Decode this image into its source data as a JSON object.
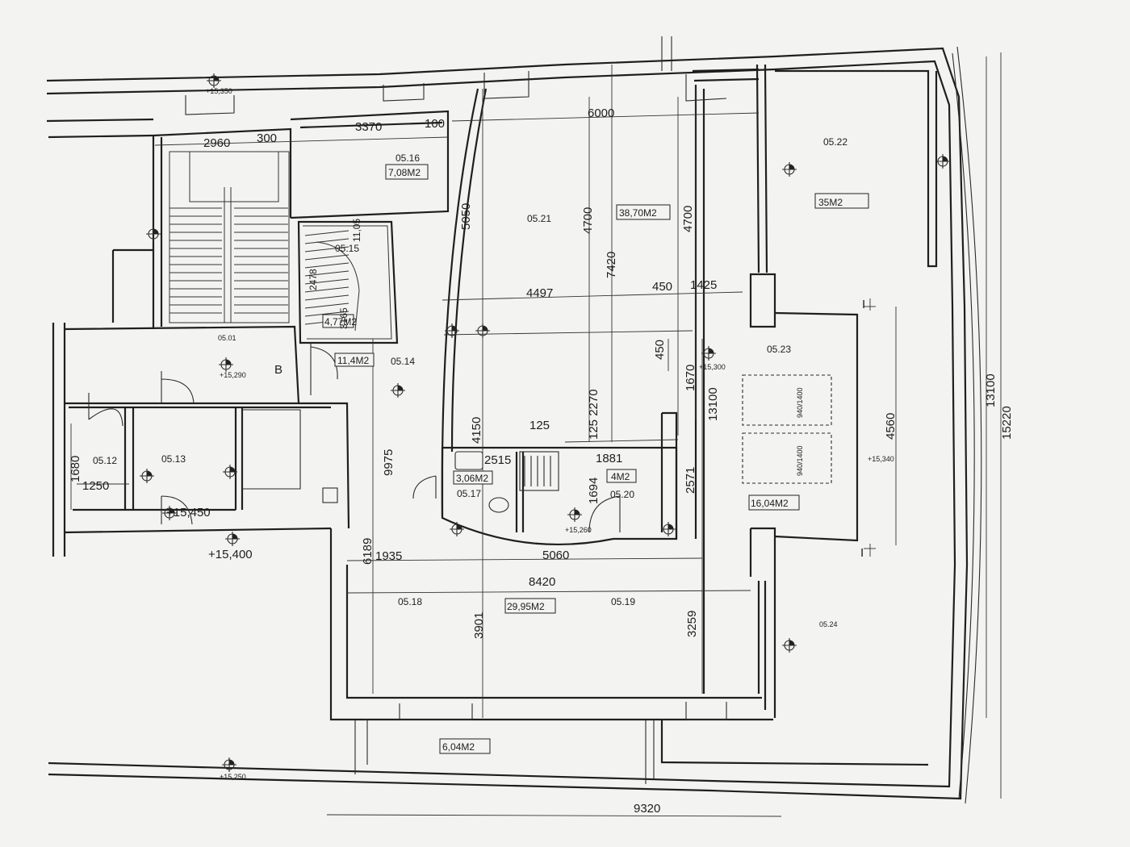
{
  "rooms": {
    "r0516": "05.16",
    "r0521": "05.21",
    "r0522": "05.22",
    "r0515": "05.15",
    "r0501": "05.01",
    "r0514": "05.14",
    "r0523": "05.23",
    "r0512": "05.12",
    "r0513": "05.13",
    "r0517": "05.17",
    "r0520": "05.20",
    "r0518": "05.18",
    "r0519": "05.19",
    "r0524": "05.24"
  },
  "areas": {
    "a0516": "7,08M2",
    "a0521": "38,70M2",
    "a0522": "35M2",
    "a0515": "4,77M2",
    "a0514": "11,4M2",
    "a0517": "3,06M2",
    "a0520": "4M2",
    "a0523": "16,04M2",
    "a0518": "29,95M2",
    "balcony": "6,04M2"
  },
  "dimensions": {
    "d2960": "2960",
    "d300": "300",
    "d3370": "3370",
    "d100": "100",
    "d6000": "6000",
    "d5050": "5050",
    "d4700a": "4700",
    "d7420": "7420",
    "d4700b": "4700",
    "d4497": "4497",
    "d450a": "450",
    "d1425": "1425",
    "d450b": "450",
    "d1670": "1670",
    "d13100a": "13100",
    "d2270": "125 2270",
    "d4150": "4150",
    "d125": "125",
    "d2515": "2515",
    "d1881": "1881",
    "d1694": "1694",
    "d2571": "2571",
    "d9975": "9975",
    "d4560": "4560",
    "d13100b": "13100",
    "d15220": "15220",
    "d1680": "1680",
    "d1250": "1250",
    "d6189": "6189",
    "d1935": "1935",
    "d5060": "5060",
    "d8420": "8420",
    "d3901": "3901",
    "d3259": "3259",
    "d9320": "9320",
    "d1105": "11,05",
    "d2478": "2478",
    "d3165": "3165",
    "bed1": "940/1400",
    "bed2": "940/1400"
  },
  "levels": {
    "e15400": "+15,400",
    "e15450": "+15,450",
    "e15300": "+15,300",
    "e15340": "+15,340",
    "e15350": "+15,350",
    "e15290": "+15,290",
    "e15250": "+15,250",
    "e15260": "+15,260"
  },
  "markers": {
    "b": "B",
    "i1": "I",
    "i2": "I"
  }
}
